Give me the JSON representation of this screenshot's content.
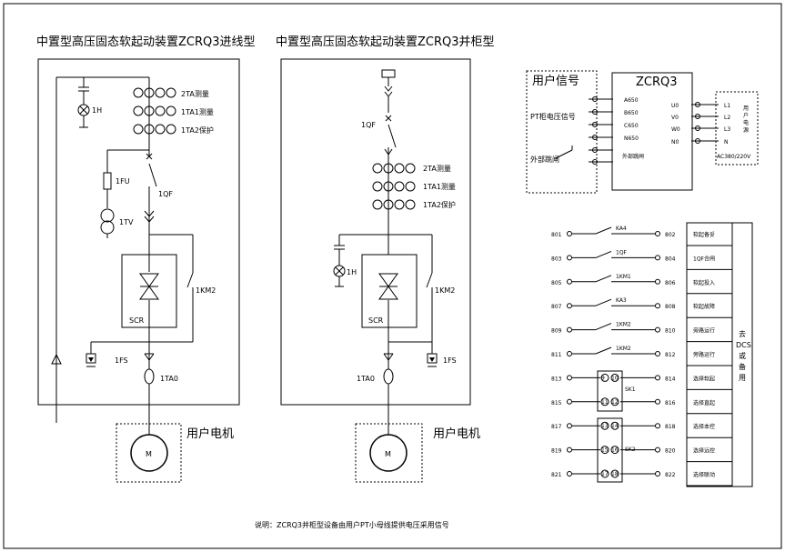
{
  "left_panel": {
    "title": "中置型高压固态软起动装置ZCRQ3进线型",
    "ct_labels": [
      "2TA测量",
      "1TA1测量",
      "1TA2保护"
    ],
    "lamp": "1H",
    "fuse": "1FU",
    "pt": "1TV",
    "breaker": "1QF",
    "scr": "SCR",
    "contactor": "1KM2",
    "arrester": "1FS",
    "ct_out": "1TA0",
    "motor_label": "用户电机",
    "motor_symbol": "M"
  },
  "right_panel": {
    "title": "中置型高压固态软起动装置ZCRQ3并柜型",
    "breaker": "1QF",
    "ct_labels": [
      "2TA测量",
      "1TA1测量",
      "1TA2保护"
    ],
    "lamp": "1H",
    "scr": "SCR",
    "contactor": "1KM2",
    "arrester": "1FS",
    "ct_out": "1TA0",
    "motor_label": "用户电机",
    "motor_symbol": "M"
  },
  "signal_box": {
    "title": "用户信号",
    "pt_label": "PT柜电压信号",
    "ext_label": "外部跳闸",
    "zcrq3_title": "ZCRQ3",
    "in_terms": [
      "A650",
      "B650",
      "C650",
      "N650"
    ],
    "ext_label_right": "外部跳闸",
    "out_terms": [
      "U0",
      "V0",
      "W0",
      "N0"
    ],
    "power_terms": [
      "L1",
      "L2",
      "L3",
      "N"
    ],
    "power_title": "用户电源",
    "power_spec": "AC380/220V"
  },
  "terminals": {
    "rows": [
      {
        "l": "801",
        "sw": "KA4",
        "r": "802",
        "name": "软起备妥"
      },
      {
        "l": "803",
        "sw": "1QF",
        "r": "804",
        "name": "1QF合闸"
      },
      {
        "l": "805",
        "sw": "1KM1",
        "r": "806",
        "name": "软起投入"
      },
      {
        "l": "807",
        "sw": "KA3",
        "r": "808",
        "name": "软起故障"
      },
      {
        "l": "809",
        "sw": "1KM2",
        "r": "810",
        "name": "旁路运行"
      },
      {
        "l": "811",
        "sw": "1KM2",
        "r": "812",
        "name": "旁路运行"
      },
      {
        "l": "813",
        "sw": "",
        "r": "814",
        "name": "选择软起"
      },
      {
        "l": "815",
        "sw": "",
        "r": "816",
        "name": "选择直起"
      },
      {
        "l": "817",
        "sw": "",
        "r": "818",
        "name": "选择本控"
      },
      {
        "l": "819",
        "sw": "",
        "r": "820",
        "name": "选择远控"
      },
      {
        "l": "821",
        "sw": "",
        "r": "822",
        "name": "选择联动"
      }
    ],
    "sk1": "SK1",
    "sk2": "SK2",
    "contacts": [
      "9",
      "10",
      "11",
      "12",
      "13",
      "14",
      "15",
      "16",
      "17",
      "18"
    ],
    "dcs_label": [
      "去",
      "DCS",
      "或",
      "备",
      "用"
    ]
  },
  "note": "说明：ZCRQ3并柜型设备由用户PT小母线提供电压采用信号"
}
